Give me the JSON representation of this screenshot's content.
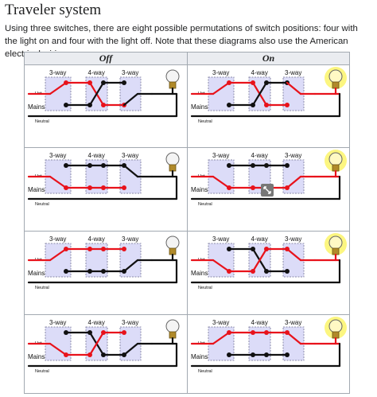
{
  "page": {
    "title": "Traveler system",
    "description": "Using three switches, there are eight possible permutations of switch positions: four with the light on and four with the light off. Note that these diagrams also use the American electrical wiring names."
  },
  "table": {
    "headers": [
      "Off",
      "On"
    ]
  },
  "diagram": {
    "switch_labels": [
      "3-way",
      "4-way",
      "3-way"
    ],
    "hot_label": "Hot",
    "mains_label": "Mains",
    "neutral_label": "Neutral"
  },
  "colors": {
    "live_wire": "#e8121b",
    "dead_wire": "#111111",
    "switch_box": "#dcdcf8",
    "switch_border": "#8a8aa8",
    "header_bg": "#eaecf0",
    "table_border": "#a2a9b1",
    "bulb_glow": "#fbf46a"
  },
  "icons": {
    "bulb": "light-bulb-icon",
    "expand": "expand-icon"
  },
  "states": [
    {
      "name": "off-1",
      "column": "Off",
      "row": 1,
      "light_on": false,
      "switch_a": "up",
      "switch_b": "cross",
      "switch_c": "down"
    },
    {
      "name": "on-1",
      "column": "On",
      "row": 1,
      "light_on": true,
      "switch_a": "up",
      "switch_b": "cross",
      "switch_c": "up"
    },
    {
      "name": "off-2",
      "column": "Off",
      "row": 2,
      "light_on": false,
      "switch_a": "down",
      "switch_b": "straight",
      "switch_c": "up"
    },
    {
      "name": "on-2",
      "column": "On",
      "row": 2,
      "light_on": true,
      "switch_a": "down",
      "switch_b": "straight",
      "switch_c": "down"
    },
    {
      "name": "off-3",
      "column": "Off",
      "row": 3,
      "light_on": false,
      "switch_a": "up",
      "switch_b": "straight",
      "switch_c": "down"
    },
    {
      "name": "on-3",
      "column": "On",
      "row": 3,
      "light_on": true,
      "switch_a": "down",
      "switch_b": "cross",
      "switch_c": "up"
    },
    {
      "name": "off-4",
      "column": "Off",
      "row": 4,
      "light_on": false,
      "switch_a": "down",
      "switch_b": "cross",
      "switch_c": "down"
    },
    {
      "name": "on-4",
      "column": "On",
      "row": 4,
      "light_on": true,
      "switch_a": "up",
      "switch_b": "straight",
      "switch_c": "up"
    }
  ]
}
